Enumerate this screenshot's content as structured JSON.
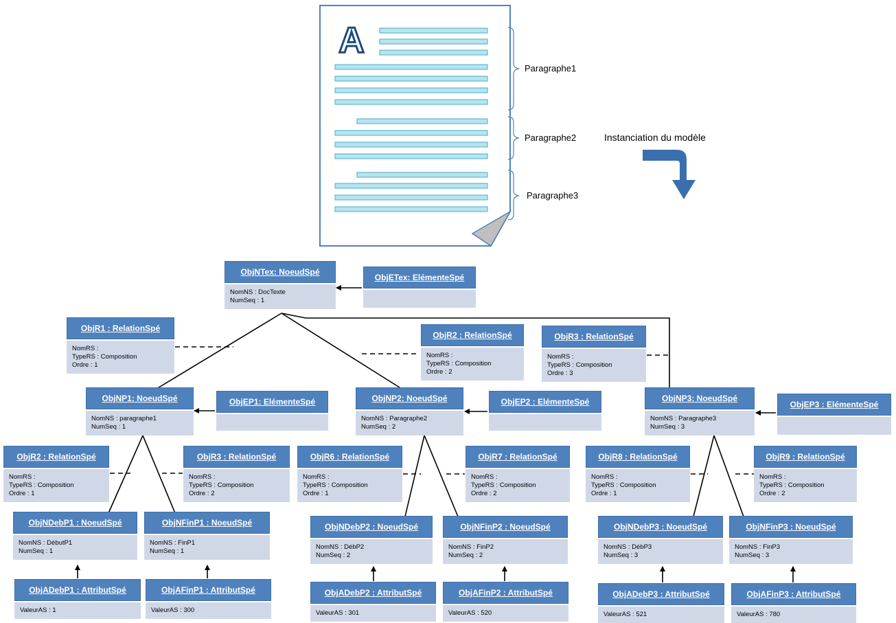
{
  "document": {
    "letter": "A",
    "paragraphs": [
      "Paragraphe1",
      "Paragraphe2",
      "Paragraphe3"
    ]
  },
  "instanciation_label": "Instanciation du modèle",
  "objects": {
    "objntex": {
      "title": "ObjNTex: NoeudSpé",
      "lines": [
        "NomNS : DocTexte",
        "NumSeq : 1"
      ]
    },
    "objetex": {
      "title": "ObjETex: ElémenteSpé",
      "lines": []
    },
    "objr1_top": {
      "title": "ObjR1 : RelationSpé",
      "lines": [
        "NomRS :",
        "TypeRS : Composition",
        "Ordre : 1"
      ]
    },
    "objr2_top": {
      "title": "ObjR2 : RelationSpé",
      "lines": [
        "NomRS :",
        "TypeRS : Composition",
        "Ordre : 2"
      ]
    },
    "objr3_top": {
      "title": "ObjR3 : RelationSpé",
      "lines": [
        "NomRS :",
        "TypeRS : Composition",
        "Ordre : 3"
      ]
    },
    "objnp1": {
      "title": "ObjNP1: NoeudSpé",
      "lines": [
        "NomNS : paragraphe1",
        "NumSeq : 1"
      ]
    },
    "objep1": {
      "title": "ObjEP1: ElémenteSpé",
      "lines": []
    },
    "objnp2": {
      "title": "ObjNP2: NoeudSpé",
      "lines": [
        "NomNS : Paragraphe2",
        "NumSeq : 2"
      ]
    },
    "objep2": {
      "title": "ObjEP2 : ElémenteSpé",
      "lines": []
    },
    "objnp3": {
      "title": "ObjNP3: NoeudSpé",
      "lines": [
        "NomNS : Paragraphe3",
        "NumSeq : 3"
      ]
    },
    "objep3": {
      "title": "ObjEP3 : ElémenteSpé",
      "lines": []
    },
    "objr2_p1": {
      "title": "ObjR2 : RelationSpé",
      "lines": [
        "NomRS :",
        "TypeRS : Composition",
        "Ordre : 1"
      ]
    },
    "objr3_p1": {
      "title": "ObjR3 : RelationSpé",
      "lines": [
        "NomRS :",
        "TypeRS : Composition",
        "Ordre : 2"
      ]
    },
    "objr6": {
      "title": "ObjR6 : RelationSpé",
      "lines": [
        "NomRS :",
        "TypeRS : Composition",
        "Ordre : 1"
      ]
    },
    "objr7": {
      "title": "ObjR7 : RelationSpé",
      "lines": [
        "NomRS :",
        "TypeRS : Composition",
        "Ordre : 2"
      ]
    },
    "objr8": {
      "title": "ObjR8 : RelationSpé",
      "lines": [
        "NomRS :",
        "TypeRS : Composition",
        "Ordre : 1"
      ]
    },
    "objr9": {
      "title": "ObjR9 : RelationSpé",
      "lines": [
        "NomRS :",
        "TypeRS : Composition",
        "Ordre : 2"
      ]
    },
    "objndebp1": {
      "title": "ObjNDebP1 : NoeudSpé",
      "lines": [
        "NomNS : DébutP1",
        "NumSeq : 1"
      ]
    },
    "objnfinp1": {
      "title": "ObjNFinP1 : NoeudSpé",
      "lines": [
        "NomNS : FinP1",
        "NumSeq : 1"
      ]
    },
    "objndebp2": {
      "title": "ObjNDebP2 : NoeudSpé",
      "lines": [
        "NomNS : DébP2",
        "NumSeq : 2"
      ]
    },
    "objnfinp2": {
      "title": "ObjNFinP2 : NoeudSpé",
      "lines": [
        "NomNS : FinP2",
        "NumSeq : 2"
      ]
    },
    "objndebp3": {
      "title": "ObjNDebP3 : NoeudSpé",
      "lines": [
        "NomNS : DébP3",
        "NumSeq : 3"
      ]
    },
    "objnfinp3": {
      "title": "ObjNFinP3 : NoeudSpé",
      "lines": [
        "NomNS : FinP3",
        "NumSeq : 3"
      ]
    },
    "objadebp1": {
      "title": "ObjADebP1 : AttributSpé",
      "lines": [
        "ValeurAS : 1"
      ]
    },
    "objafinp1": {
      "title": "ObjAFinP1 : AttributSpé",
      "lines": [
        "ValeurAS : 300"
      ]
    },
    "objadebp2": {
      "title": "ObjADebP2 : AttributSpé",
      "lines": [
        "ValeurAS : 301"
      ]
    },
    "objafinp2": {
      "title": "ObjAFinP2 : AttributSpé",
      "lines": [
        "ValeurAS : 520"
      ]
    },
    "objadebp3": {
      "title": "ObjADebP3 : AttributSpé",
      "lines": [
        "ValeurAS : 521"
      ]
    },
    "objafinp3": {
      "title": "ObjAFinP3 : AttributSpé",
      "lines": [
        "ValeurAS : 780"
      ]
    }
  },
  "colors": {
    "header_fill": "#4f81bd",
    "body_fill": "#d0d8e8",
    "doc_line_fill": "#b7e4ef",
    "doc_line_stroke": "#4bacc6",
    "arrow_fill": "#3a6fad",
    "doc_border": "#4f81bd"
  }
}
